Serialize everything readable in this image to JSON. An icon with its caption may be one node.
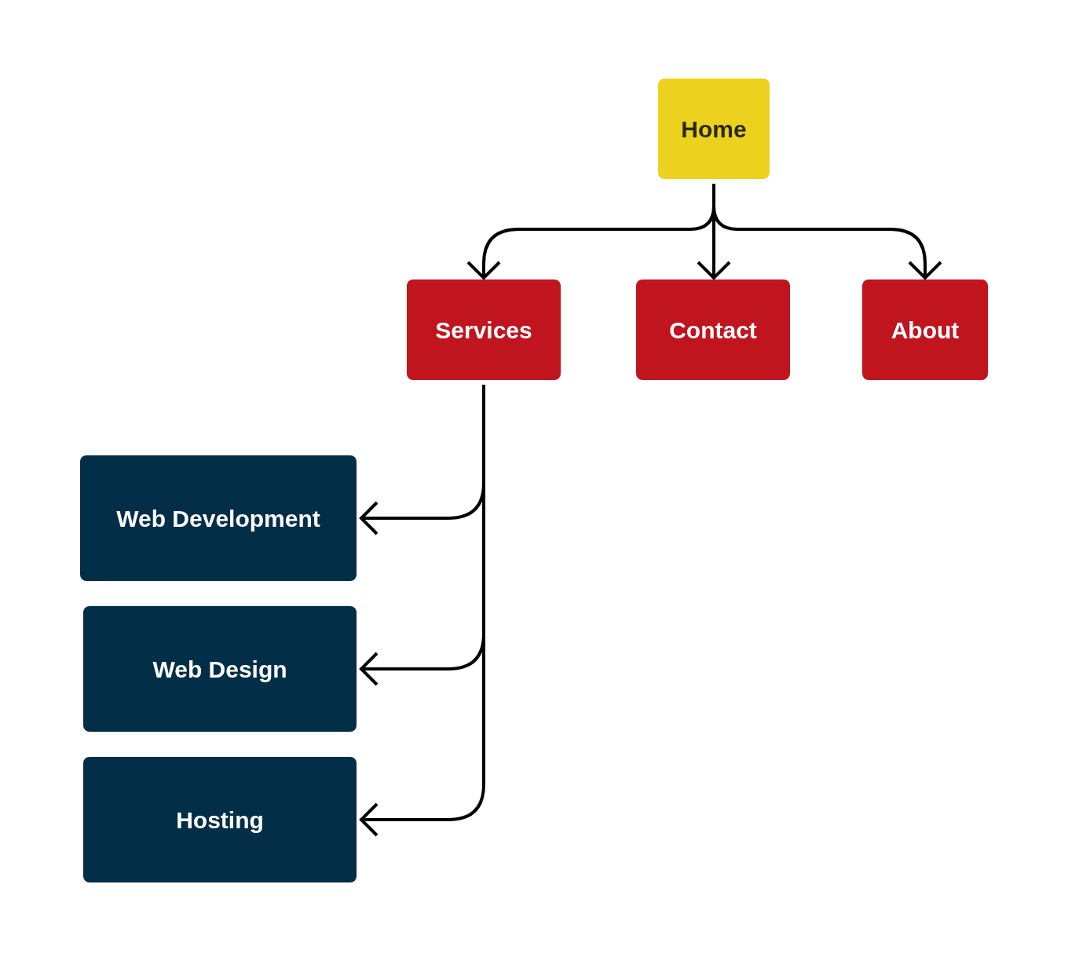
{
  "diagram": {
    "nodes": [
      {
        "text": [
          "Home"
        ]
      },
      {
        "text": [
          "Services"
        ]
      },
      {
        "text": [
          "Contact"
        ]
      },
      {
        "text": [
          "About"
        ]
      },
      {
        "text": [
          "Web Development"
        ]
      },
      {
        "text": [
          "Web Design"
        ]
      },
      {
        "text": [
          "Hosting"
        ]
      }
    ],
    "edges": [
      {
        "from": 0,
        "to": 1,
        "arrow": "to"
      },
      {
        "from": 0,
        "to": 2,
        "arrow": "to"
      },
      {
        "from": 0,
        "to": 3,
        "arrow": "to"
      },
      {
        "from": 1,
        "to": 4,
        "arrow": "to"
      },
      {
        "from": 1,
        "to": 5,
        "arrow": "to"
      },
      {
        "from": 1,
        "to": 6,
        "arrow": "to"
      }
    ]
  }
}
